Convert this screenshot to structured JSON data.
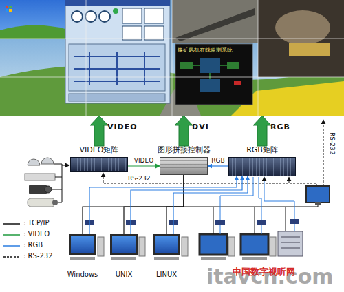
{
  "diagram": {
    "nodes": [
      {
        "text": [
          "煤矿风机在线监测系统"
        ]
      },
      {
        "text": [
          "VIDEO矩阵"
        ]
      },
      {
        "text": [
          "图形拼接控制器"
        ]
      },
      {
        "text": [
          "RGB矩阵"
        ]
      },
      {
        "text": [
          "Windows"
        ]
      },
      {
        "text": [
          "UNIX"
        ]
      },
      {
        "text": [
          "LINUX"
        ]
      }
    ],
    "edges": [
      {
        "from": 1,
        "to": 0,
        "label": "VIDEO",
        "arrow": "to"
      },
      {
        "from": 2,
        "to": 0,
        "label": "DVI",
        "arrow": "to"
      },
      {
        "from": 3,
        "to": 0,
        "label": "RGB",
        "arrow": "to"
      },
      {
        "from": 1,
        "to": 2,
        "label": "VIDEO",
        "arrow": "to"
      },
      {
        "from": 3,
        "to": 2,
        "label": "RGB",
        "arrow": "to"
      },
      {
        "from": 4,
        "to": 2,
        "arrow": "none"
      },
      {
        "from": 5,
        "to": 2,
        "arrow": "none"
      },
      {
        "from": 6,
        "to": 2,
        "arrow": "none"
      },
      {
        "from": 4,
        "to": 3,
        "arrow": "to"
      },
      {
        "from": 5,
        "to": 3,
        "arrow": "to"
      },
      {
        "from": 6,
        "to": 3,
        "arrow": "to"
      }
    ],
    "labels": [
      "RS-232",
      "RS-232",
      "中国数字视听网",
      "itavcn.com"
    ],
    "legend": [
      {
        "text": ": TCP/IP"
      },
      {
        "text": ": VIDEO"
      },
      {
        "text": ": RGB"
      },
      {
        "text": ": RS-232"
      }
    ]
  }
}
